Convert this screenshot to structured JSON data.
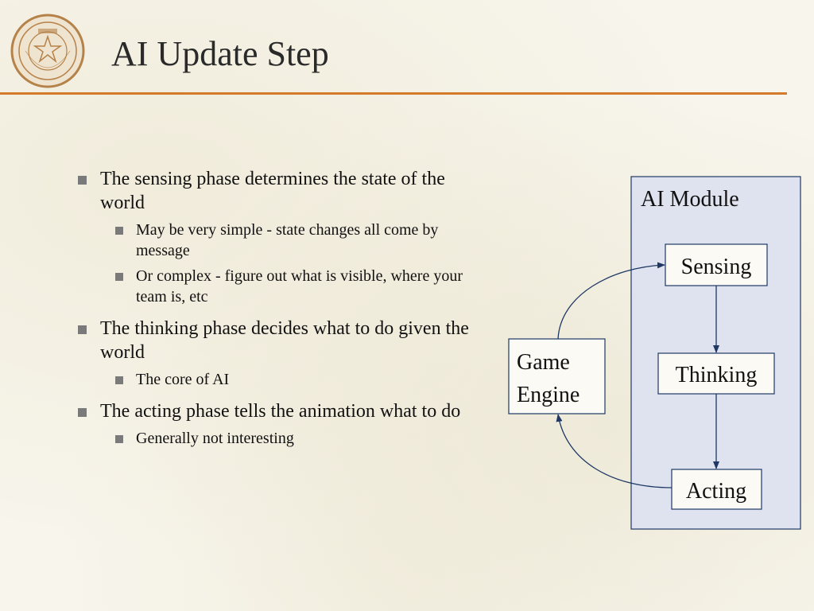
{
  "slide": {
    "title": "AI Update Step",
    "seal_icon": "university-seal-icon"
  },
  "bullets": [
    {
      "text": "The sensing phase determines the state of the world",
      "subs": [
        "May be very simple - state changes all come by message",
        "Or complex - figure out what is visible, where your team is, etc"
      ]
    },
    {
      "text": "The thinking phase decides what to do given the world",
      "subs": [
        "The core of AI"
      ]
    },
    {
      "text": "The acting phase tells the animation what to do",
      "subs": [
        "Generally not interesting"
      ]
    }
  ],
  "diagram": {
    "module_label": "AI Module",
    "sensing": "Sensing",
    "thinking": "Thinking",
    "acting": "Acting",
    "engine_line1": "Game",
    "engine_line2": "Engine"
  },
  "colors": {
    "accent_rule": "#d57a2a",
    "module_fill": "#dfe3ef",
    "stroke": "#1f3864"
  }
}
